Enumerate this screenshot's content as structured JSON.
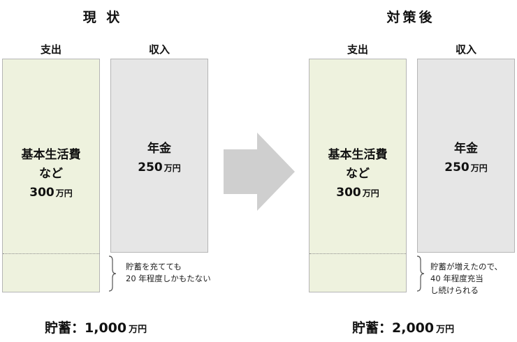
{
  "before": {
    "title": "現 状",
    "expense_label": "支出",
    "income_label": "収入",
    "expense_text": [
      "基本生活費",
      "など"
    ],
    "expense_amount": "300",
    "expense_unit": "万円",
    "income_text": "年金",
    "income_amount": "250",
    "income_unit": "万円",
    "note_lines": [
      "貯蓄を充てても",
      "20 年程度しかもたない"
    ],
    "savings_label": "貯蓄：",
    "savings_amount": "1,000",
    "savings_unit": "万円"
  },
  "after": {
    "title": "対策後",
    "expense_label": "支出",
    "income_label": "収入",
    "expense_text": [
      "基本生活費",
      "など"
    ],
    "expense_amount": "300",
    "expense_unit": "万円",
    "income_text": "年金",
    "income_amount": "250",
    "income_unit": "万円",
    "note_lines": [
      "貯蓄が増えたので、",
      "40 年程度充当",
      "し続けられる"
    ],
    "savings_label": "貯蓄：",
    "savings_amount": "2,000",
    "savings_unit": "万円"
  },
  "colors": {
    "expense_fill": "#eef2de",
    "income_fill": "#e6e6e6",
    "arrow": "#cfcfcf"
  }
}
